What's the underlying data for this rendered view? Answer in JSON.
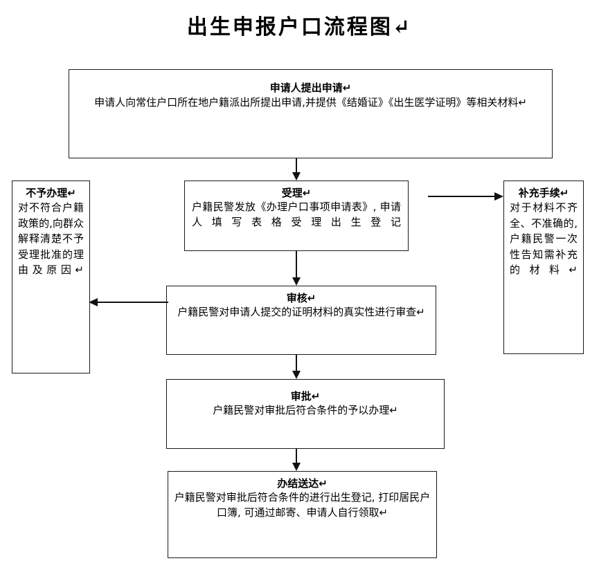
{
  "title": "出生申报户口流程图↵",
  "colors": {
    "background": "#ffffff",
    "stroke": "#1a1a1a",
    "text": "#000000"
  },
  "nodes": {
    "apply": {
      "title": "申请人提出申请↵",
      "body": "申请人向常住户口所在地户籍派出所提出申请,并提供《结婚证》《出生医学证明》等相关材料↵"
    },
    "accept": {
      "title": "受理↵",
      "body": "户籍民警发放《办理户口事项申请表》, 申请人填写表格受理出生登记"
    },
    "reject": {
      "title": "不予办理↵",
      "body": "对不符合户籍政策的,向群众解释清楚不予受理批准的理由及原因↵"
    },
    "supplement": {
      "title": "补充手续↵",
      "body": "对于材料不齐全、不准确的,户籍民警一次性告知需补充的材料↵"
    },
    "review": {
      "title": "审核↵",
      "body": "户籍民警对申请人提交的证明材料的真实性进行审查↵"
    },
    "approve": {
      "title": "审批↵",
      "body": "户籍民警对审批后符合条件的予以办理↵"
    },
    "deliver": {
      "title": "办结送达↵",
      "body": "户籍民警对审批后符合条件的进行出生登记, 打印居民户口簿, 可通过邮寄、申请人自行领取↵"
    }
  },
  "connectors": [
    {
      "name": "apply-to-accept",
      "direction": "down"
    },
    {
      "name": "accept-to-review",
      "direction": "down"
    },
    {
      "name": "review-to-approve",
      "direction": "down"
    },
    {
      "name": "approve-to-deliver",
      "direction": "down"
    },
    {
      "name": "accept-to-supplement",
      "direction": "right"
    },
    {
      "name": "review-to-reject",
      "direction": "left"
    }
  ]
}
